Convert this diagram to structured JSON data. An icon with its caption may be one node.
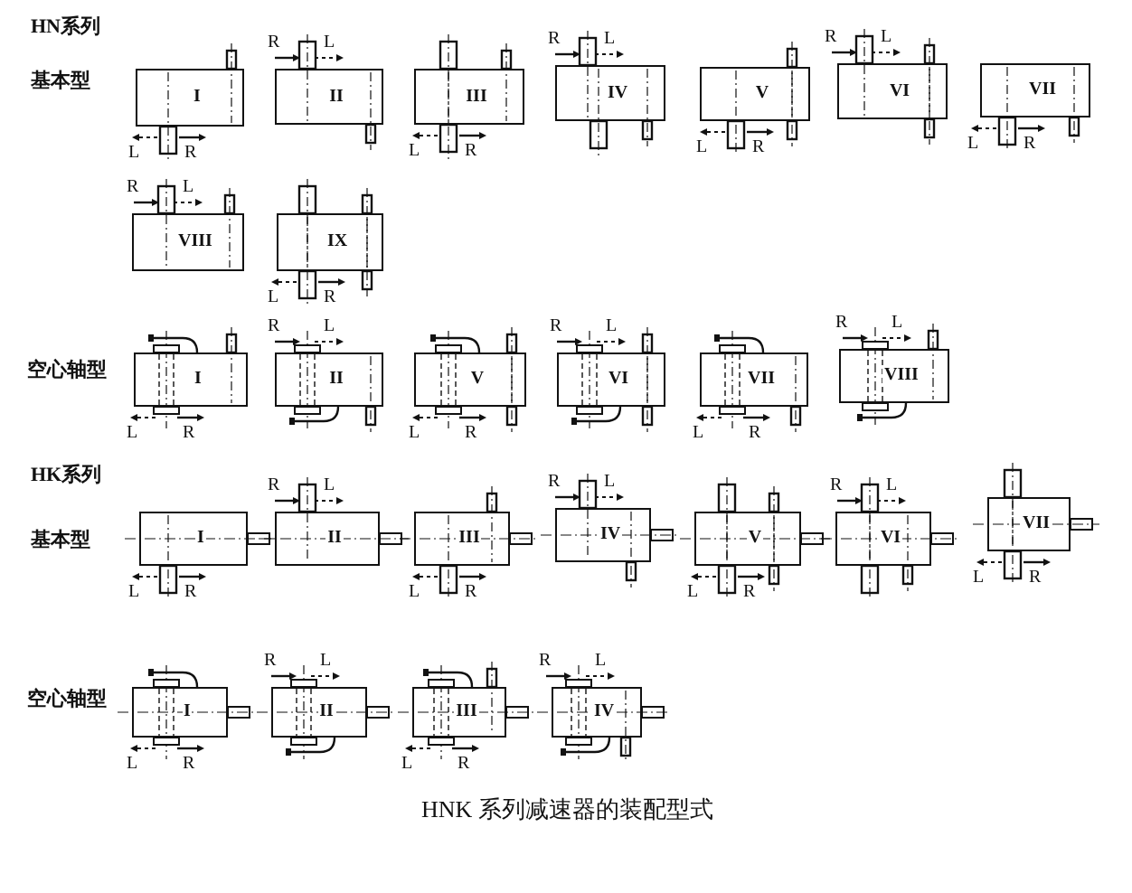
{
  "diagram": {
    "caption": "HNK 系列减速器的装配型式",
    "nodes": [
      {
        "text": [
          "I"
        ],
        "beside": [
          "L",
          "R"
        ]
      },
      {
        "text": [
          "II"
        ],
        "beside": [
          "R",
          "L"
        ]
      },
      {
        "text": [
          "III"
        ],
        "beside": [
          "L",
          "R"
        ]
      },
      {
        "text": [
          "IV"
        ],
        "beside": [
          "R",
          "L"
        ]
      },
      {
        "text": [
          "V"
        ],
        "beside": [
          "L",
          "R"
        ]
      },
      {
        "text": [
          "VI"
        ],
        "beside": [
          "R",
          "L"
        ]
      },
      {
        "text": [
          "VII"
        ],
        "beside": [
          "L",
          "R"
        ]
      },
      {
        "text": [
          "VIII"
        ],
        "beside": [
          "R",
          "L"
        ]
      },
      {
        "text": [
          "IX"
        ],
        "beside": [
          "L",
          "R"
        ]
      },
      {
        "text": [
          "I"
        ],
        "beside": [
          "L",
          "R"
        ]
      },
      {
        "text": [
          "II"
        ],
        "beside": [
          "R",
          "L"
        ]
      },
      {
        "text": [
          "V"
        ],
        "beside": [
          "L",
          "R"
        ]
      },
      {
        "text": [
          "VI"
        ],
        "beside": [
          "R",
          "L"
        ]
      },
      {
        "text": [
          "VII"
        ],
        "beside": [
          "L",
          "R"
        ]
      },
      {
        "text": [
          "VIII"
        ],
        "beside": [
          "R",
          "L"
        ]
      },
      {
        "text": [
          "I"
        ],
        "beside": [
          "L",
          "R"
        ]
      },
      {
        "text": [
          "II"
        ],
        "beside": [
          "R",
          "L"
        ]
      },
      {
        "text": [
          "III"
        ],
        "beside": [
          "L",
          "R"
        ]
      },
      {
        "text": [
          "IV"
        ],
        "beside": [
          "R",
          "L"
        ]
      },
      {
        "text": [
          "V"
        ],
        "beside": [
          "L",
          "R"
        ]
      },
      {
        "text": [
          "VI"
        ],
        "beside": [
          "R",
          "L"
        ]
      },
      {
        "text": [
          "VII"
        ],
        "beside": [
          "L",
          "R"
        ]
      },
      {
        "text": [
          "I"
        ],
        "beside": [
          "L",
          "R"
        ]
      },
      {
        "text": [
          "II"
        ],
        "beside": [
          "R",
          "L"
        ]
      },
      {
        "text": [
          "III"
        ],
        "beside": [
          "L",
          "R"
        ]
      },
      {
        "text": [
          "IV"
        ],
        "beside": [
          "R",
          "L"
        ]
      }
    ],
    "labels": [
      "HN系列",
      "基本型",
      "空心轴型",
      "HK系列",
      "基本型",
      "空心轴型"
    ]
  }
}
